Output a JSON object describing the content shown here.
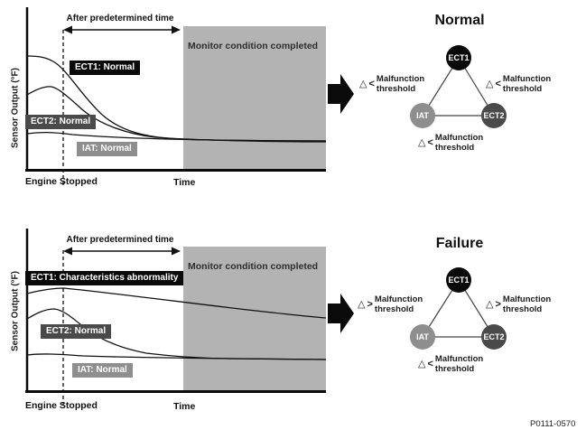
{
  "figure_code": "P0111-0570",
  "colors": {
    "background": "#ffffff",
    "monitor_region": "#b3b3b3",
    "ect1_node": "#0a0a0a",
    "ect2_node": "#4a4a4a",
    "iat_node": "#8e8e8e",
    "curve": "#111111"
  },
  "panels": [
    {
      "title": "Normal",
      "chart": {
        "y_axis_label": "Sensor Output (°F)",
        "x_axis_label": "Time",
        "engine_stopped": "Engine Stopped",
        "after_time": "After predetermined time",
        "monitor": "Monitor condition completed",
        "ect1_label": "ECT1: Normal",
        "ect2_label": "ECT2: Normal",
        "iat_label": "IAT: Normal"
      },
      "triangle": {
        "top_node": "ECT1",
        "left_node": "IAT",
        "right_node": "ECT2",
        "left_threshold": {
          "symbol": "△",
          "comparator": "<",
          "label": "Malfunction\nthreshold"
        },
        "right_threshold": {
          "symbol": "△",
          "comparator": "<",
          "label": "Malfunction\nthreshold"
        },
        "bottom_threshold": {
          "symbol": "△",
          "comparator": "<",
          "label": "Malfunction\nthreshold"
        }
      }
    },
    {
      "title": "Failure",
      "chart": {
        "y_axis_label": "Sensor Output (°F)",
        "x_axis_label": "Time",
        "engine_stopped": "Engine Stopped",
        "after_time": "After predetermined time",
        "monitor": "Monitor condition completed",
        "ect1_label": "ECT1: Characteristics abnormality",
        "ect2_label": "ECT2: Normal",
        "iat_label": "IAT: Normal"
      },
      "triangle": {
        "top_node": "ECT1",
        "left_node": "IAT",
        "right_node": "ECT2",
        "left_threshold": {
          "symbol": "△",
          "comparator": ">",
          "label": "Malfunction\nthreshold"
        },
        "right_threshold": {
          "symbol": "△",
          "comparator": ">",
          "label": "Malfunction\nthreshold"
        },
        "bottom_threshold": {
          "symbol": "△",
          "comparator": "<",
          "label": "Malfunction\nthreshold"
        }
      }
    }
  ],
  "chart_data": [
    {
      "type": "line",
      "title": "Normal",
      "xlabel": "Time",
      "ylabel": "Sensor Output (°F)",
      "x_markers": [
        "Engine Stopped",
        "After predetermined time",
        "Monitor condition completed"
      ],
      "series": [
        {
          "name": "ECT1: Normal",
          "behavior": "starts high, decays after engine stop and converges with ECT2 and IAT within monitor window"
        },
        {
          "name": "ECT2: Normal",
          "behavior": "starts mid-level, brief rise then decays and converges with the other sensors"
        },
        {
          "name": "IAT: Normal",
          "behavior": "starts near ambient and stays nearly flat; all three converge"
        }
      ]
    },
    {
      "type": "line",
      "title": "Failure",
      "xlabel": "Time",
      "ylabel": "Sensor Output (°F)",
      "x_markers": [
        "Engine Stopped",
        "After predetermined time",
        "Monitor condition completed"
      ],
      "series": [
        {
          "name": "ECT1: Characteristics abnormality",
          "behavior": "stays high with only a slight linear decline; never converges with ECT2/IAT"
        },
        {
          "name": "ECT2: Normal",
          "behavior": "brief rise then decays and converges with IAT"
        },
        {
          "name": "IAT: Normal",
          "behavior": "near ambient, nearly flat"
        }
      ]
    }
  ]
}
